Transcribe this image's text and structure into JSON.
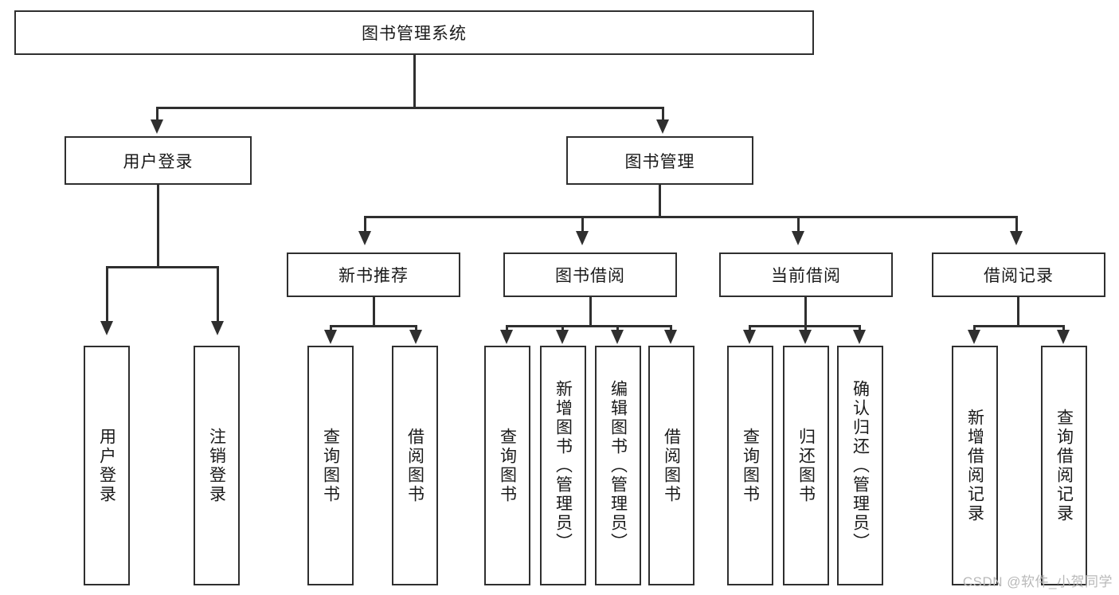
{
  "diagram": {
    "title": "图书管理系统",
    "type": "tree-hierarchy",
    "root": {
      "label": "图书管理系统"
    },
    "level2": [
      {
        "label": "用户登录"
      },
      {
        "label": "图书管理"
      }
    ],
    "level3": [
      {
        "label": "新书推荐"
      },
      {
        "label": "图书借阅"
      },
      {
        "label": "当前借阅"
      },
      {
        "label": "借阅记录"
      }
    ],
    "leaves": {
      "user_login": [
        {
          "label": "用户登录"
        },
        {
          "label": "注销登录"
        }
      ],
      "new_book_recommend": [
        {
          "label": "查询图书"
        },
        {
          "label": "借阅图书"
        }
      ],
      "book_borrow": [
        {
          "label": "查询图书"
        },
        {
          "label": "新增图书（管理员）"
        },
        {
          "label": "编辑图书（管理员）"
        },
        {
          "label": "借阅图书"
        }
      ],
      "current_borrow": [
        {
          "label": "查询图书"
        },
        {
          "label": "归还图书"
        },
        {
          "label": "确认归还（管理员）"
        }
      ],
      "borrow_record": [
        {
          "label": "新增借阅记录"
        },
        {
          "label": "查询借阅记录"
        }
      ]
    }
  },
  "watermark": {
    "text": "CSDN @软件_小贺同学"
  },
  "colors": {
    "stroke": "#2f2f2f",
    "background": "#ffffff",
    "text": "#1a1a1a",
    "watermark": "#b9b9b9"
  }
}
